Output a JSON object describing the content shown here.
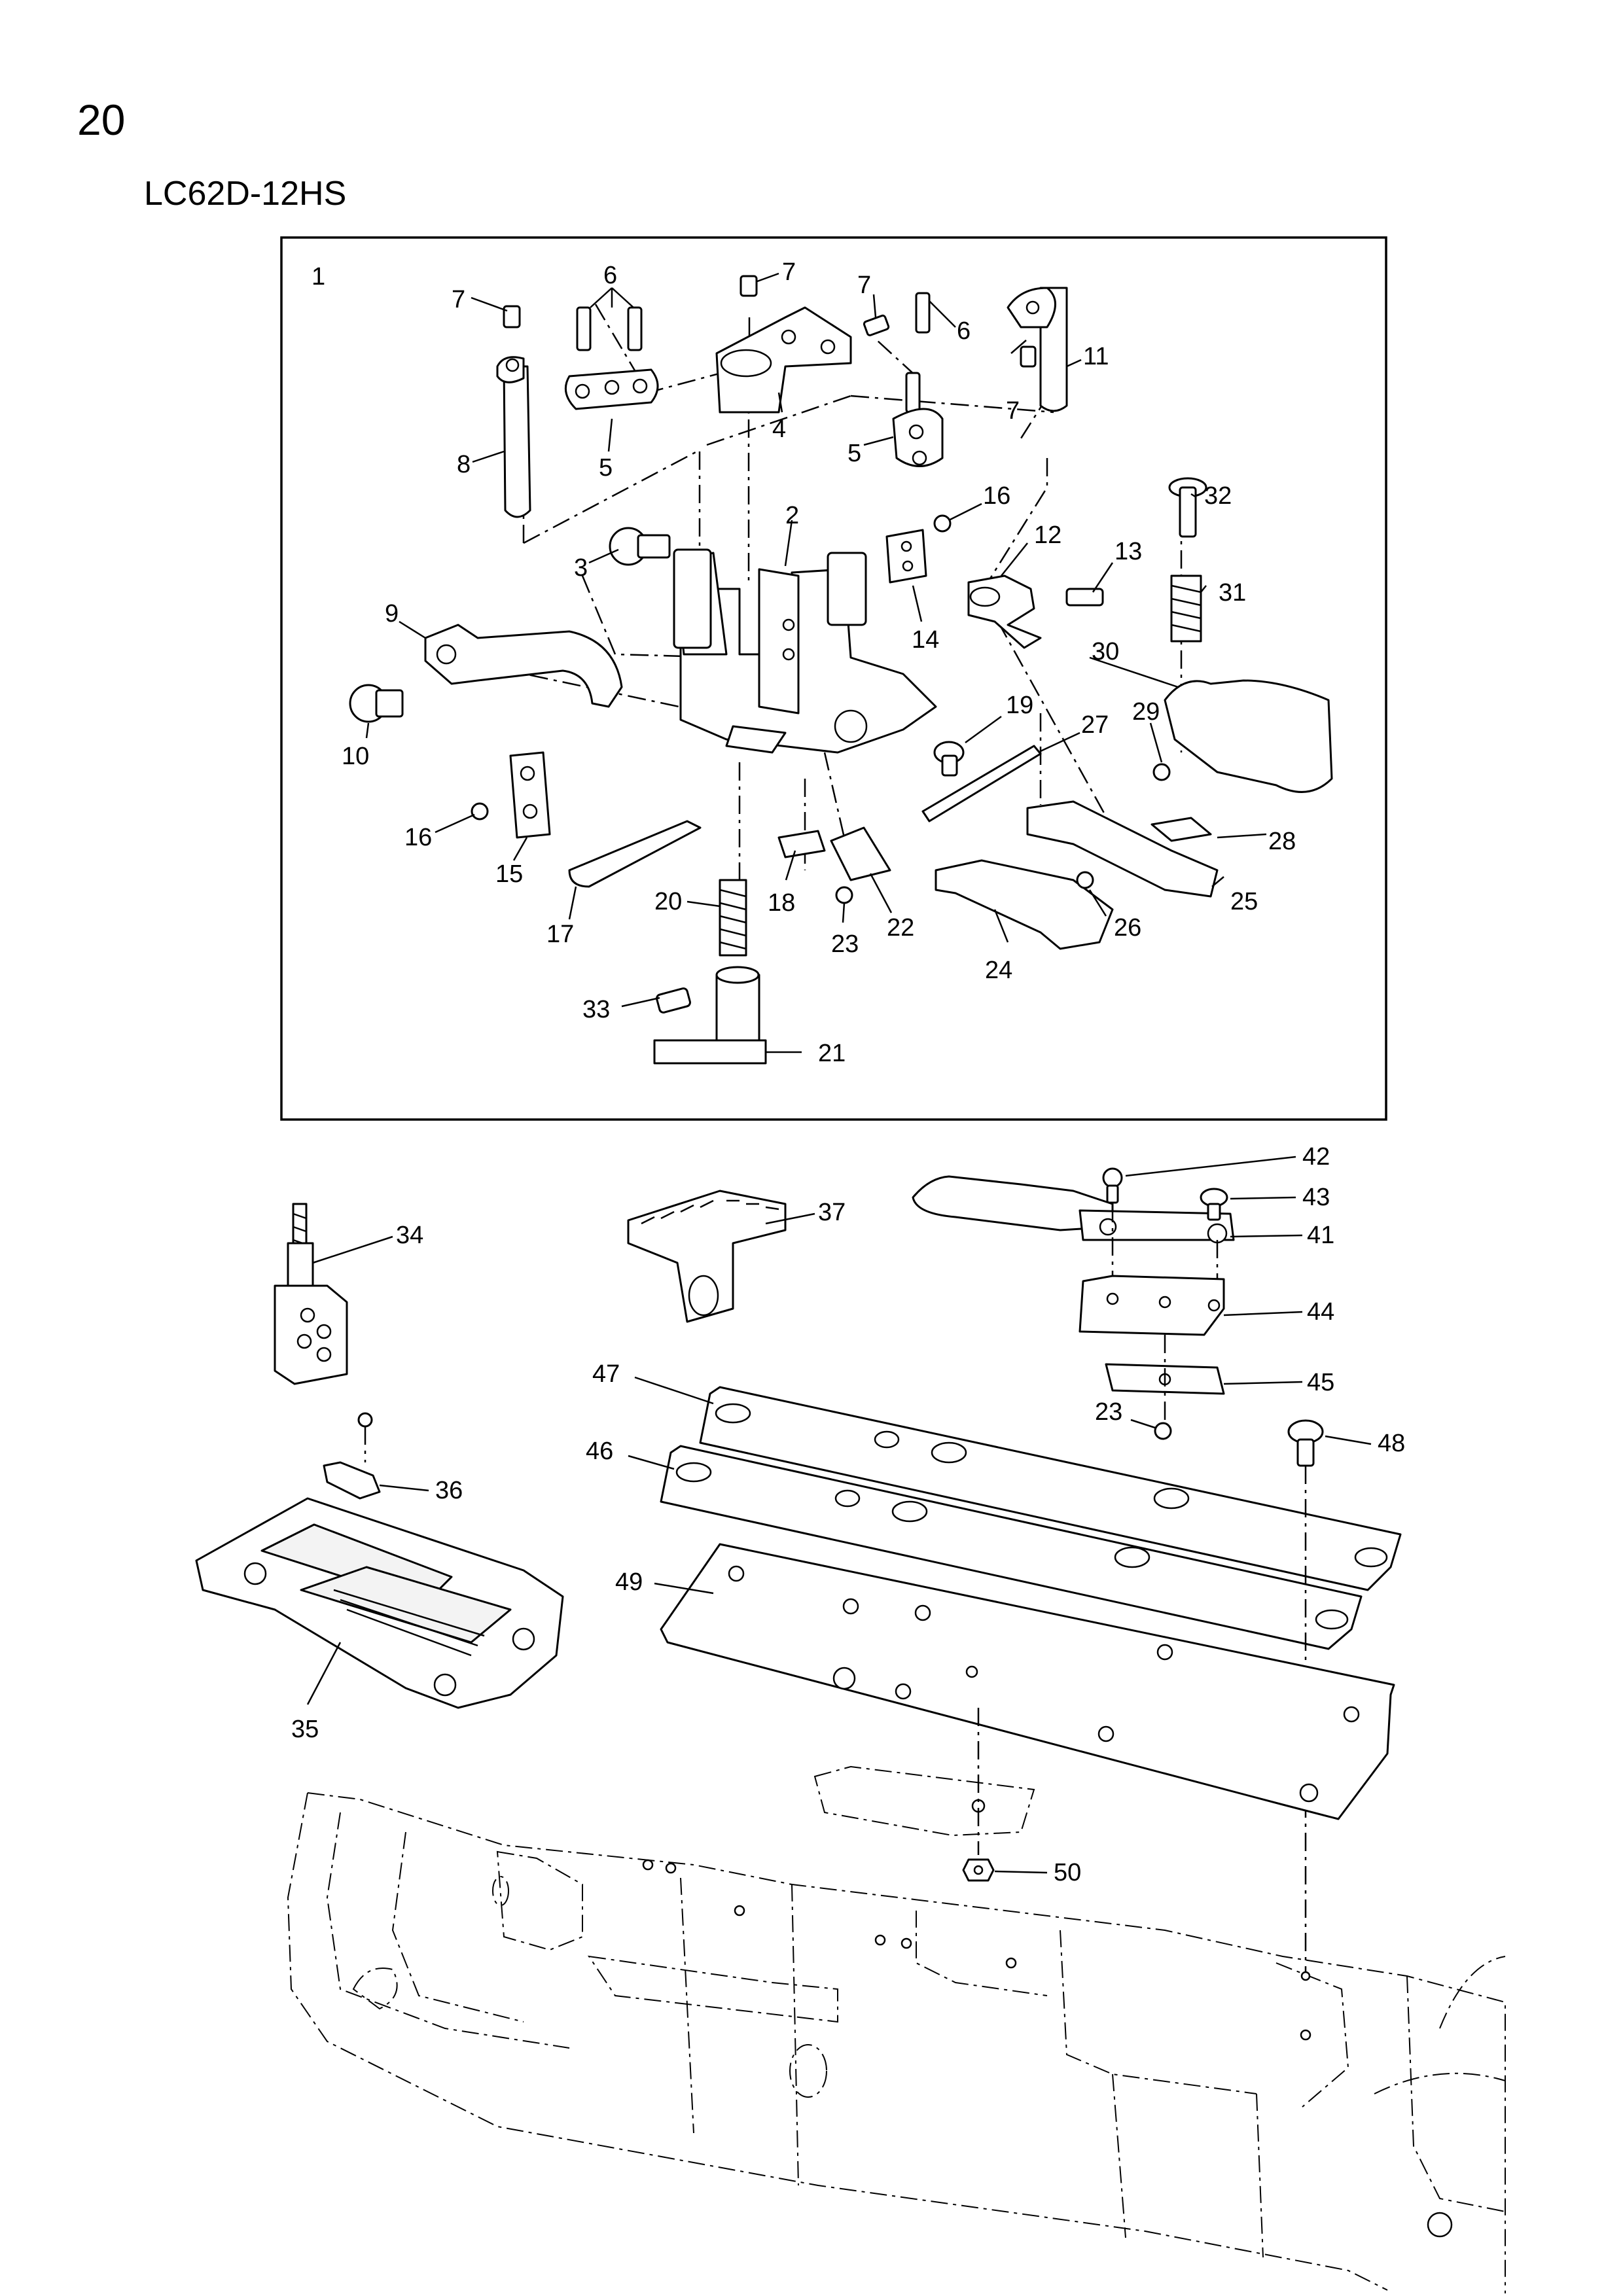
{
  "page": {
    "number": "20",
    "model": "LC62D-12HS"
  },
  "assembly": {
    "label": "1"
  },
  "callouts": {
    "c2": "2",
    "c3": "3",
    "c4": "4",
    "c5a": "5",
    "c5b": "5",
    "c6a": "6",
    "c6b": "6",
    "c7a": "7",
    "c7b": "7",
    "c7c": "7",
    "c7d": "7",
    "c8": "8",
    "c9": "9",
    "c10": "10",
    "c11": "11",
    "c12": "12",
    "c13": "13",
    "c14": "14",
    "c15": "15",
    "c16a": "16",
    "c16b": "16",
    "c17": "17",
    "c18": "18",
    "c19": "19",
    "c20": "20",
    "c21": "21",
    "c22": "22",
    "c23a": "23",
    "c23b": "23",
    "c24": "24",
    "c25": "25",
    "c26": "26",
    "c27": "27",
    "c28": "28",
    "c29": "29",
    "c30": "30",
    "c31": "31",
    "c32": "32",
    "c33": "33",
    "c34": "34",
    "c35": "35",
    "c36": "36",
    "c37": "37",
    "c41": "41",
    "c42": "42",
    "c43": "43",
    "c44": "44",
    "c45": "45",
    "c46": "46",
    "c47": "47",
    "c48": "48",
    "c49": "49",
    "c50": "50"
  }
}
